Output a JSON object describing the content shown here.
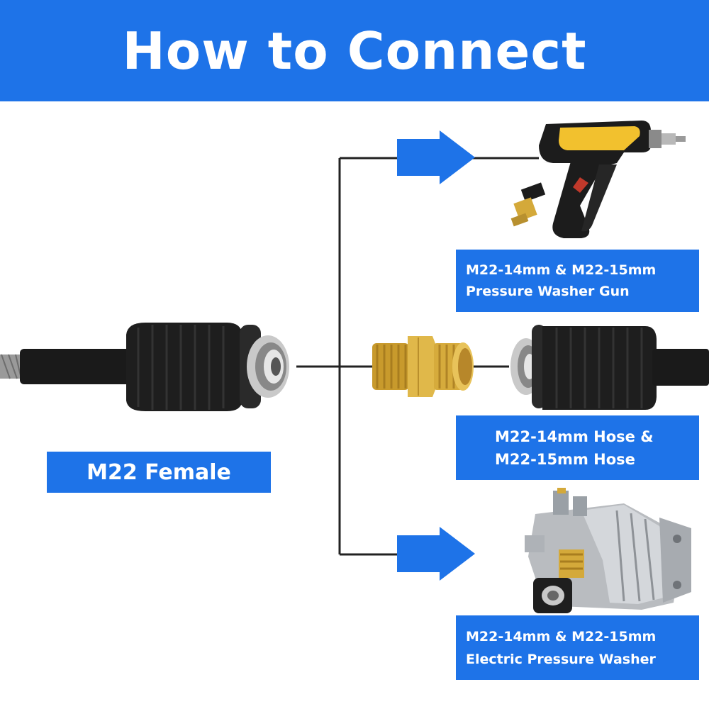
{
  "banner": {
    "title": "How to Connect"
  },
  "labels": {
    "female": {
      "text": "M22 Female"
    },
    "gun": {
      "line1": "M22-14mm & M22-15mm",
      "line2": "Pressure Washer Gun"
    },
    "hose": {
      "line1": "M22-14mm Hose &",
      "line2": "M22-15mm Hose"
    },
    "washer": {
      "line1": "M22-14mm & M22-15mm",
      "line2": "Electric Pressure Washer"
    }
  },
  "icons": [
    "hose-fitting-icon",
    "spray-gun-icon",
    "brass-adapter-icon",
    "hose-end-icon",
    "pump-icon",
    "arrow-right-icon"
  ],
  "colors": {
    "accent_blue": "#1e73e8",
    "line_black": "#222222",
    "rubber_black": "#1a1a1a",
    "brass": "#d4a93a",
    "gun_yellow": "#f2c12e"
  }
}
